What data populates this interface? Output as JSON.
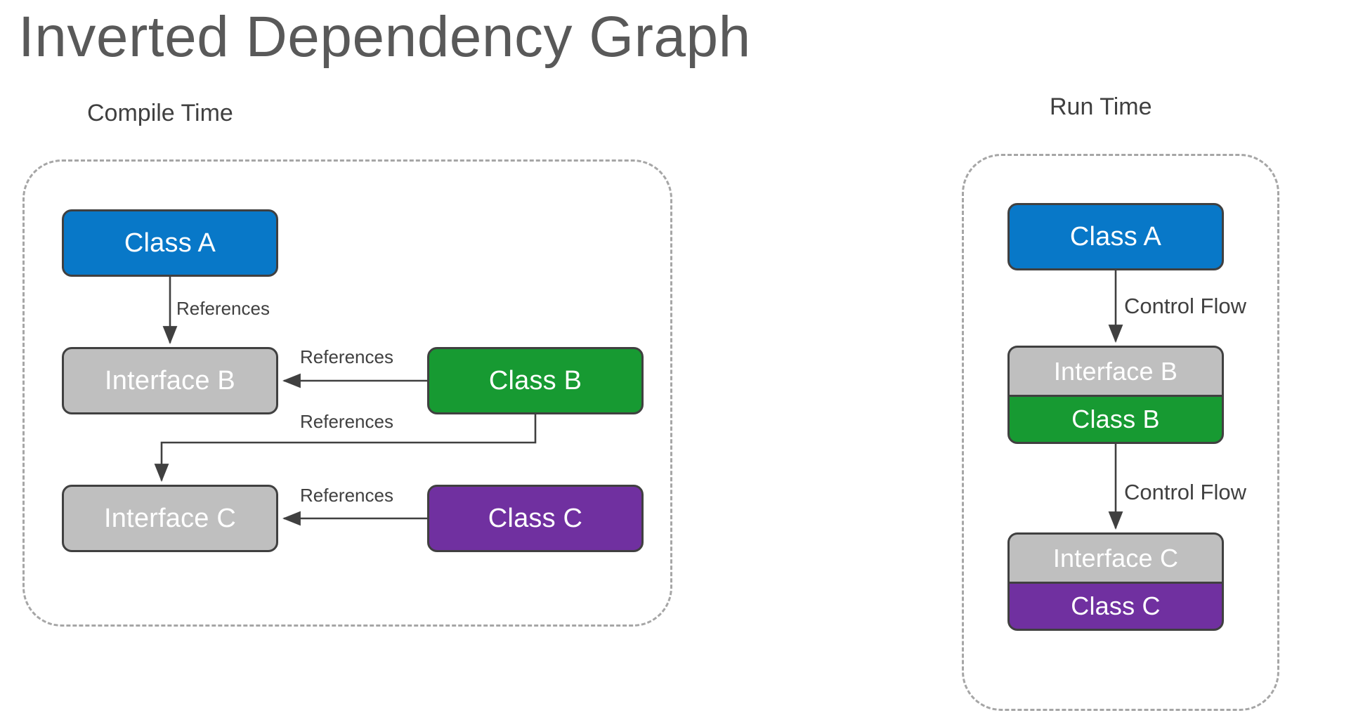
{
  "title": "Inverted Dependency Graph",
  "groups": [
    {
      "id": "compile",
      "caption": "Compile Time",
      "nodes": [
        {
          "id": "ct-class-a",
          "label": "Class A",
          "color": "#0878c8",
          "kind": "class"
        },
        {
          "id": "ct-interface-b",
          "label": "Interface B",
          "color": "#bfbfbf",
          "kind": "interface"
        },
        {
          "id": "ct-class-b",
          "label": "Class B",
          "color": "#179a32",
          "kind": "class"
        },
        {
          "id": "ct-interface-c",
          "label": "Interface C",
          "color": "#bfbfbf",
          "kind": "interface"
        },
        {
          "id": "ct-class-c",
          "label": "Class C",
          "color": "#7030a0",
          "kind": "class"
        }
      ],
      "edges": [
        {
          "id": "a-b",
          "label": "References",
          "from": "Class A",
          "to": "Interface B"
        },
        {
          "id": "b-ib",
          "label": "References",
          "from": "Class B",
          "to": "Interface B"
        },
        {
          "id": "b-ic",
          "label": "References",
          "from": "Class B",
          "to": "Interface C"
        },
        {
          "id": "c-ic",
          "label": "References",
          "from": "Class C",
          "to": "Interface C"
        }
      ]
    },
    {
      "id": "run",
      "caption": "Run Time",
      "nodes": [
        {
          "id": "rt-class-a",
          "label": "Class A",
          "color": "#0878c8",
          "kind": "class"
        },
        {
          "id": "rt-interface-b",
          "label": "Interface B",
          "color": "#bfbfbf",
          "kind": "interface"
        },
        {
          "id": "rt-class-b",
          "label": "Class B",
          "color": "#179a32",
          "kind": "class"
        },
        {
          "id": "rt-interface-c",
          "label": "Interface C",
          "color": "#bfbfbf",
          "kind": "interface"
        },
        {
          "id": "rt-class-c",
          "label": "Class C",
          "color": "#7030a0",
          "kind": "class"
        }
      ],
      "edges": [
        {
          "id": "rt-ab",
          "label": "Control Flow",
          "from": "Class A",
          "to": "Interface B"
        },
        {
          "id": "rt-bc",
          "label": "Control Flow",
          "from": "Class B",
          "to": "Interface C"
        }
      ]
    }
  ],
  "colors": {
    "title": "#595959",
    "caption": "#404040",
    "blue": "#0878c8",
    "green": "#179a32",
    "purple": "#7030a0",
    "gray": "#bfbfbf",
    "node_border": "#404040",
    "group_border": "#a6a6a6",
    "edge": "#404040",
    "background": "#ffffff"
  }
}
